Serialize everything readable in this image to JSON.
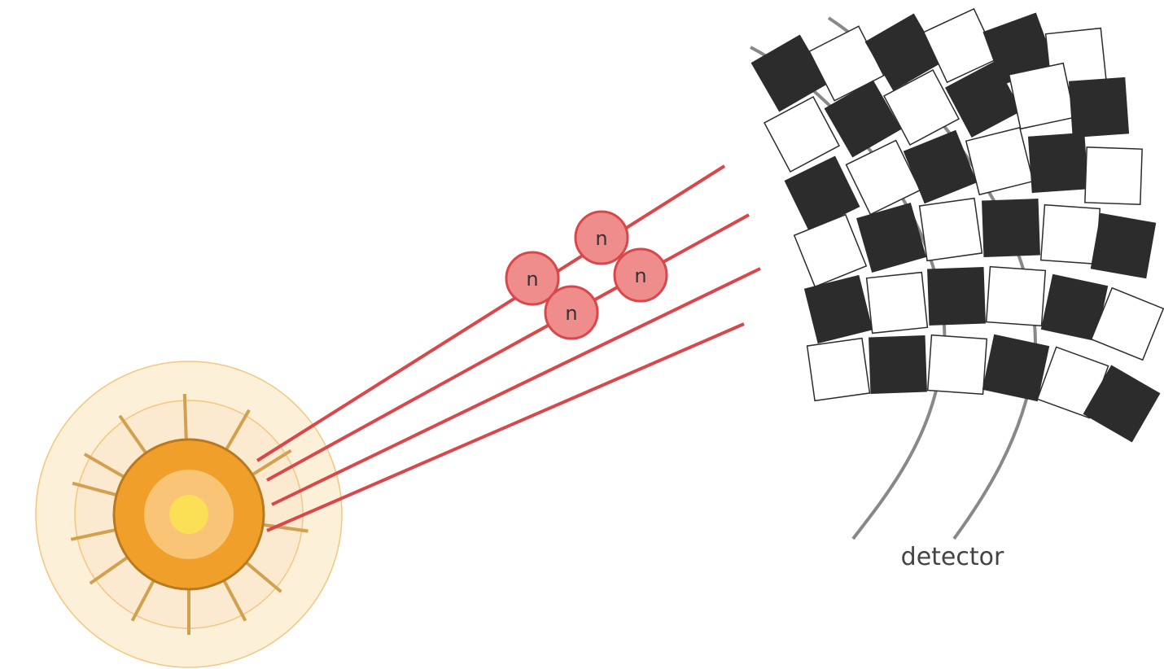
{
  "diagram": {
    "detector_label": "detector",
    "neutron_label": "n",
    "neutron_count": 4,
    "beam_count": 4,
    "detector_grid": {
      "rows": 6,
      "cols": 6
    }
  },
  "colors": {
    "background": "#ffffff",
    "beam": "#d9474a",
    "neutron_fill": "#ef8c8c",
    "neutron_stroke": "#d9474a",
    "source_halo": "#fdf0d8",
    "source_halo_stroke": "#f3c77f",
    "source_spikes": "#d2a04f",
    "source_core": "#ef9f2a",
    "source_core_stroke": "#b87a1f",
    "source_inner": "#f9c476",
    "source_center": "#fbdf55",
    "detector_dark": "#2c2c2c",
    "detector_light": "#ffffff",
    "detector_outline": "#2c2c2c",
    "detector_arc": "#888888"
  },
  "icons": {
    "source": "radiation-source-icon",
    "neutron": "neutron-particle-icon",
    "detector": "detector-array-icon"
  }
}
